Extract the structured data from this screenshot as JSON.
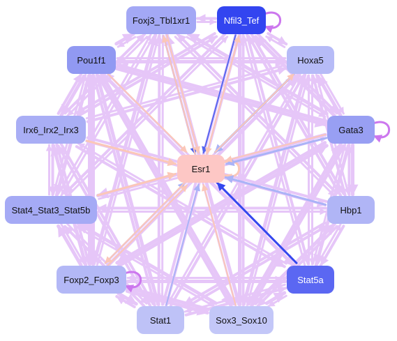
{
  "nodes": [
    {
      "id": "foxj3",
      "label": "Foxj3_Tbl1xr1",
      "bg": "#a3a8f5",
      "fg": "#111111"
    },
    {
      "id": "nfil3",
      "label": "Nfil3_Tef",
      "bg": "#3345f0",
      "fg": "#ffffff"
    },
    {
      "id": "pou1f1",
      "label": "Pou1f1",
      "bg": "#9199f2",
      "fg": "#111111"
    },
    {
      "id": "hoxa5",
      "label": "Hoxa5",
      "bg": "#b6bbf7",
      "fg": "#111111"
    },
    {
      "id": "irx6",
      "label": "Irx6_Irx2_Irx3",
      "bg": "#a9aef5",
      "fg": "#111111"
    },
    {
      "id": "gata3",
      "label": "Gata3",
      "bg": "#989ff3",
      "fg": "#111111"
    },
    {
      "id": "esr1",
      "label": "Esr1",
      "bg": "#fdc7c5",
      "fg": "#111111"
    },
    {
      "id": "stat4",
      "label": "Stat4_Stat3_Stat5b",
      "bg": "#a5aaf5",
      "fg": "#111111"
    },
    {
      "id": "hbp1",
      "label": "Hbp1",
      "bg": "#b0b5f6",
      "fg": "#111111"
    },
    {
      "id": "foxp2",
      "label": "Foxp2_Foxp3",
      "bg": "#b3b8f6",
      "fg": "#111111"
    },
    {
      "id": "stat5a",
      "label": "Stat5a",
      "bg": "#5b67f2",
      "fg": "#ffffff"
    },
    {
      "id": "stat1",
      "label": "Stat1",
      "bg": "#bec2f7",
      "fg": "#111111"
    },
    {
      "id": "sox3",
      "label": "Sox3_Sox10",
      "bg": "#c3c7f8",
      "fg": "#111111"
    }
  ],
  "colors": {
    "background_edge": "#e6c6f8",
    "self_loop": "#cc77ee",
    "to_hub_blue": "#aab3f7",
    "to_hub_pink": "#fbc7b8",
    "strong_edge": "#3347ee"
  },
  "edges": [
    {
      "from": "foxj3",
      "to": "esr1",
      "color": "#4a5df0",
      "w": 2
    },
    {
      "from": "foxj3",
      "to": "esr1",
      "color": "#fbc7b8",
      "w": 2
    },
    {
      "from": "nfil3",
      "to": "esr1",
      "color": "#5567f0",
      "w": 2
    },
    {
      "from": "nfil3",
      "to": "esr1",
      "color": "#fbc7b8",
      "w": 2
    },
    {
      "from": "hoxa5",
      "to": "esr1",
      "color": "#aab3f7",
      "w": 3
    },
    {
      "from": "gata3",
      "to": "esr1",
      "color": "#aab3f7",
      "w": 3
    },
    {
      "from": "gata3",
      "to": "esr1",
      "color": "#fbc7b8",
      "w": 2
    },
    {
      "from": "hbp1",
      "to": "esr1",
      "color": "#aab3f7",
      "w": 3
    },
    {
      "from": "stat5a",
      "to": "esr1",
      "color": "#3347ee",
      "w": 3
    },
    {
      "from": "sox3",
      "to": "esr1",
      "color": "#fbc7b8",
      "w": 2
    },
    {
      "from": "stat1",
      "to": "esr1",
      "color": "#aab3f7",
      "w": 2
    },
    {
      "from": "foxp2",
      "to": "esr1",
      "color": "#aab3f7",
      "w": 2
    },
    {
      "from": "foxp2",
      "to": "esr1",
      "color": "#fbc7b8",
      "w": 2
    },
    {
      "from": "stat4",
      "to": "esr1",
      "color": "#fbc7b8",
      "w": 3
    },
    {
      "from": "irx6",
      "to": "esr1",
      "color": "#fbc7b8",
      "w": 3
    },
    {
      "from": "pou1f1",
      "to": "esr1",
      "color": "#fbc7b8",
      "w": 2
    },
    {
      "from": "esr1",
      "to": "nfil3",
      "color": "#fbc7b8",
      "w": 2
    },
    {
      "from": "esr1",
      "to": "foxj3",
      "color": "#fbc7b8",
      "w": 2
    },
    {
      "from": "esr1",
      "to": "foxp2",
      "color": "#fbc7b8",
      "w": 2
    },
    {
      "from": "esr1",
      "to": "hoxa5",
      "color": "#fbc7b8",
      "w": 2
    }
  ],
  "self_loops": [
    "nfil3",
    "gata3",
    "foxp2",
    "esr1"
  ]
}
